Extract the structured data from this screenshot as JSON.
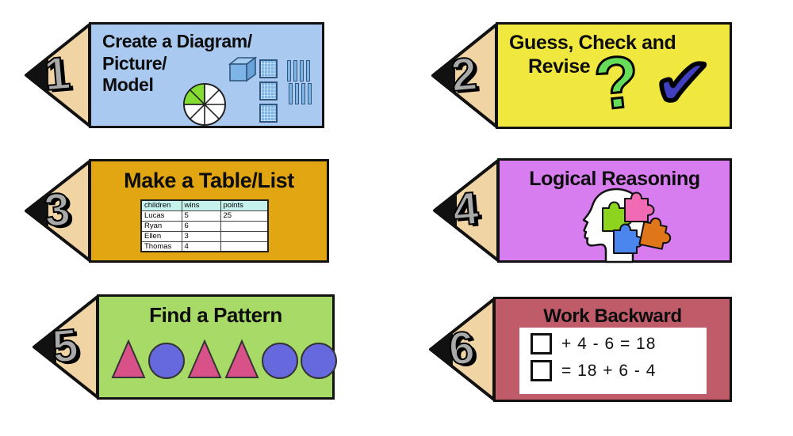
{
  "poster": {
    "theme": "math problem-solving strategies",
    "colors": {
      "pencil_wood": "#f0d4a4",
      "pencil_tip": "#111111",
      "number_fill": "#a9a9a9",
      "card1_bg": "#a9c9f1",
      "card2_bg": "#f0e83e",
      "card3_bg": "#e2a612",
      "card4_bg": "#d77df0",
      "card5_bg": "#a8da67",
      "card6_bg": "#c05c6a",
      "question_mark": "#66dd58",
      "check_mark": "#3f3fc0",
      "pie_green": "#85dd33",
      "block_blue": "#7db5e6",
      "triangle_pink": "#d95189",
      "circle_blue": "#6668de"
    }
  },
  "cards": [
    {
      "number": "1",
      "title_lines": [
        "Create a Diagram/",
        "Picture/",
        "Model"
      ],
      "icons": [
        "fraction-pie",
        "base-ten-cube",
        "base-ten-flats",
        "base-ten-rods"
      ]
    },
    {
      "number": "2",
      "title_lines": [
        "Guess, Check and",
        "Revise"
      ],
      "icons": [
        "question-mark",
        "check-mark"
      ]
    },
    {
      "number": "3",
      "title": "Make a Table/List",
      "table": {
        "headers": [
          "children",
          "wins",
          "points"
        ],
        "rows": [
          [
            "Lucas",
            "5",
            "25"
          ],
          [
            "Ryan",
            "6",
            ""
          ],
          [
            "Ellen",
            "3",
            ""
          ],
          [
            "Thomas",
            "4",
            ""
          ]
        ]
      }
    },
    {
      "number": "4",
      "title": "Logical Reasoning",
      "icons": [
        "head-profile",
        "puzzle-pieces"
      ]
    },
    {
      "number": "5",
      "title": "Find a Pattern",
      "pattern": [
        "triangle",
        "circle",
        "triangle",
        "triangle",
        "circle",
        "circle"
      ],
      "triangle_color": "#d95189",
      "circle_color": "#6668de"
    },
    {
      "number": "6",
      "title": "Work Backward",
      "equations": [
        "+ 4 - 6 = 18",
        "= 18 + 6 - 4"
      ]
    }
  ]
}
